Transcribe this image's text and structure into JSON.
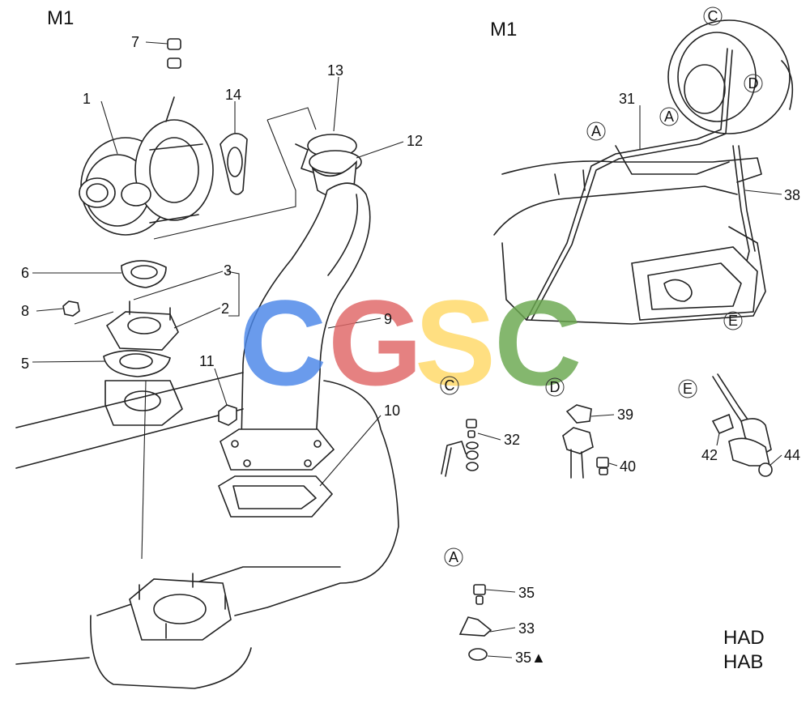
{
  "model_labels": [
    "M1",
    "M1"
  ],
  "variant_labels": [
    "HAD",
    "HAB"
  ],
  "view_markers": [
    "A",
    "A",
    "A",
    "C",
    "C",
    "D",
    "D",
    "E",
    "E"
  ],
  "callouts": [
    "7",
    "13",
    "14",
    "1",
    "12",
    "31",
    "38",
    "6",
    "3",
    "8",
    "2",
    "9",
    "5",
    "11",
    "10",
    "32",
    "39",
    "40",
    "42",
    "44",
    "35",
    "33",
    "35▲"
  ],
  "watermark": {
    "letters": [
      "C",
      "G",
      "S",
      "C"
    ],
    "colors": [
      "#4a86e8",
      "#e06666",
      "#ffd966",
      "#6aa84f"
    ]
  }
}
